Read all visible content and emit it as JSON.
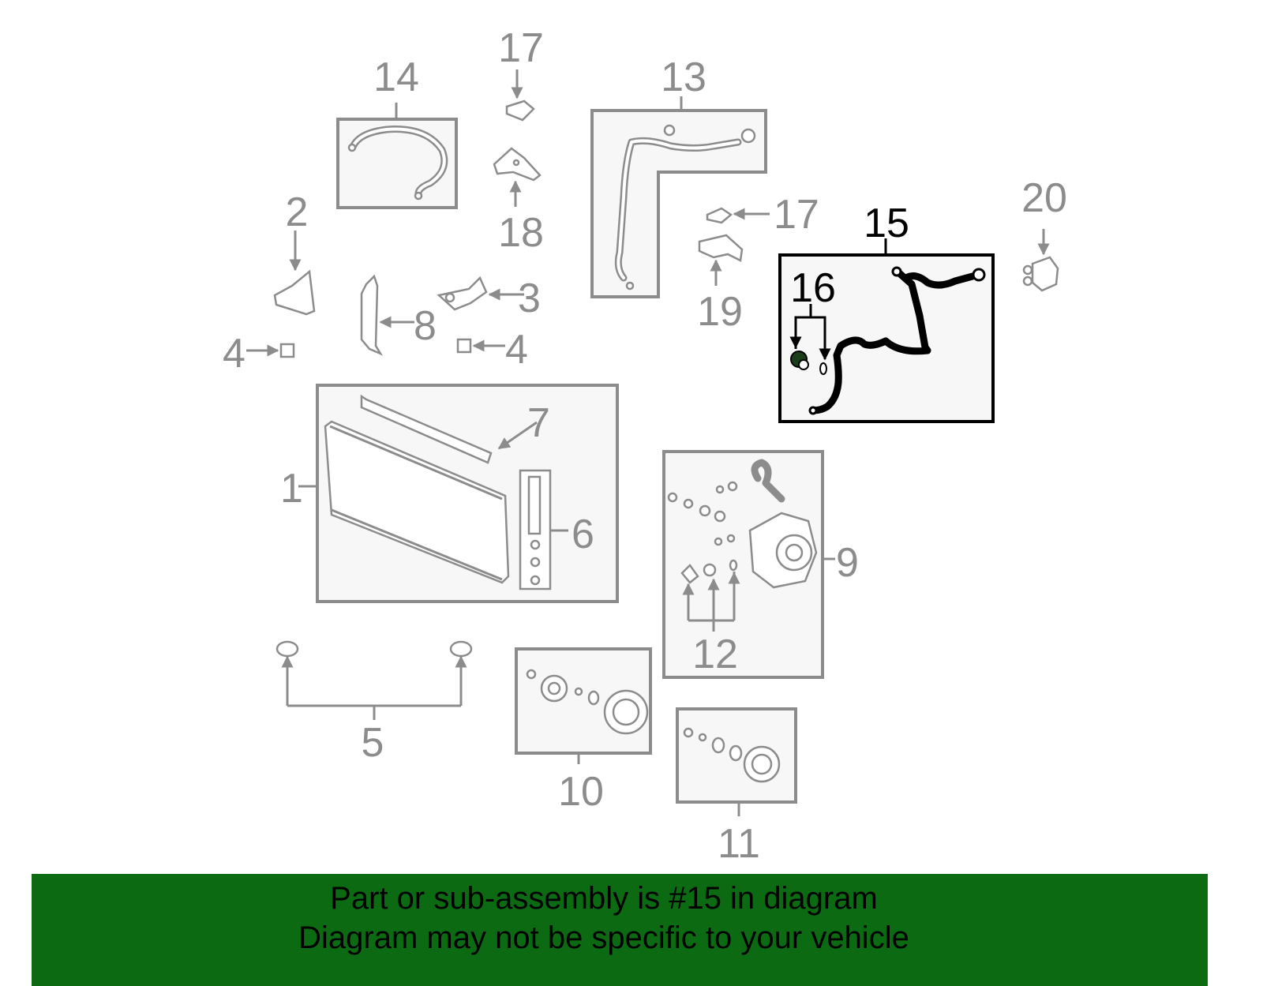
{
  "callouts": {
    "c1": "1",
    "c2": "2",
    "c3": "3",
    "c4a": "4",
    "c4b": "4",
    "c5": "5",
    "c6": "6",
    "c7": "7",
    "c8": "8",
    "c9": "9",
    "c10": "10",
    "c11": "11",
    "c12": "12",
    "c13": "13",
    "c14": "14",
    "c15": "15",
    "c16": "16",
    "c17a": "17",
    "c17b": "17",
    "c18": "18",
    "c19": "19",
    "c20": "20"
  },
  "highlighted_part": "15",
  "banner": {
    "line1": "Part or sub-assembly is #15 in diagram",
    "line2": "Diagram may not be specific to your vehicle",
    "background_color": "#0c6b12"
  },
  "colors": {
    "part_gray": "#8c8c8c",
    "highlight": "#000000",
    "box_fill": "#f7f7f7"
  }
}
